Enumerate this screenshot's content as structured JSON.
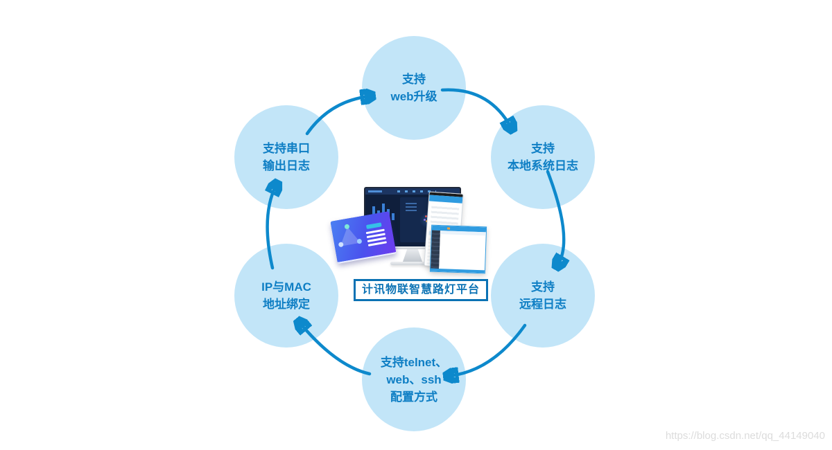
{
  "diagram": {
    "title_caption": "计讯物联智慧路灯平台",
    "nodes": [
      {
        "id": "web-upgrade",
        "position": "top",
        "lines": [
          "支持",
          "web升级"
        ]
      },
      {
        "id": "local-system-log",
        "position": "top-right",
        "lines": [
          "支持",
          "本地系统日志"
        ]
      },
      {
        "id": "remote-log",
        "position": "right",
        "lines": [
          "支持",
          "远程日志"
        ]
      },
      {
        "id": "telnet-web-ssh",
        "position": "bottom",
        "lines": [
          "支持telnet、",
          "web、ssh",
          "配置方式"
        ]
      },
      {
        "id": "ip-mac-binding",
        "position": "left",
        "lines": [
          "IP与MAC",
          "地址绑定"
        ]
      },
      {
        "id": "serial-port-log",
        "position": "top-left",
        "lines": [
          "支持串口",
          "输出日志"
        ]
      }
    ],
    "flow": {
      "direction": "clockwise",
      "edges": [
        {
          "from": "serial-port-log",
          "to": "web-upgrade"
        },
        {
          "from": "web-upgrade",
          "to": "local-system-log"
        },
        {
          "from": "local-system-log",
          "to": "remote-log"
        },
        {
          "from": "remote-log",
          "to": "telnet-web-ssh"
        },
        {
          "from": "telnet-web-ssh",
          "to": "ip-mac-binding"
        },
        {
          "from": "ip-mac-binding",
          "to": "serial-port-log"
        }
      ]
    },
    "illustration_parts": [
      "monitor-dashboard",
      "purple-app-card",
      "mobile-config-panel",
      "config-window"
    ],
    "colors": {
      "node_fill": "#c2e5f8",
      "node_text": "#0e7ec4",
      "arrow": "#0d89cc",
      "caption_blue": "#0b72b4",
      "background": "#ffffff"
    }
  },
  "watermark": "https://blog.csdn.net/qq_44149040"
}
